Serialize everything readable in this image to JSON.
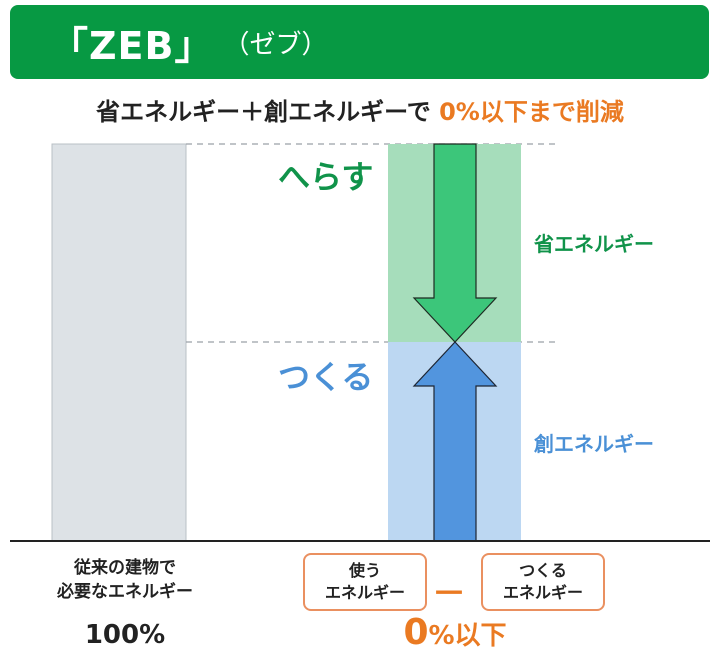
{
  "header": {
    "title": "「ZEB」",
    "subtitle": "（ゼブ）",
    "background_color": "#079943"
  },
  "headline": {
    "text_main": "省エネルギー＋創エネルギーで ",
    "text_accent": "0%以下まで削減",
    "accent_color": "#ea7a22"
  },
  "labels": {
    "reduce": "へらす",
    "create": "つくる",
    "energy_saving": "省エネルギー",
    "energy_creation": "創エネルギー"
  },
  "bottom": {
    "left_line1": "従来の建物で",
    "left_line2": "必要なエネルギー",
    "used_line1": "使う",
    "used_line2": "エネルギー",
    "minus": "－",
    "create_line1": "つくる",
    "create_line2": "エネルギー",
    "left_value": "100%",
    "right_value_num": "0",
    "right_value_rest": "%以下"
  },
  "colors": {
    "bar_gray": "#dde2e6",
    "saving_fill": "#a6ddbb",
    "saving_arrow": "#3cc67a",
    "creation_fill": "#bcd7f2",
    "creation_arrow": "#5295de",
    "label_green": "#10934a",
    "label_blue": "#4a90d6",
    "box_border": "#ea9060"
  }
}
